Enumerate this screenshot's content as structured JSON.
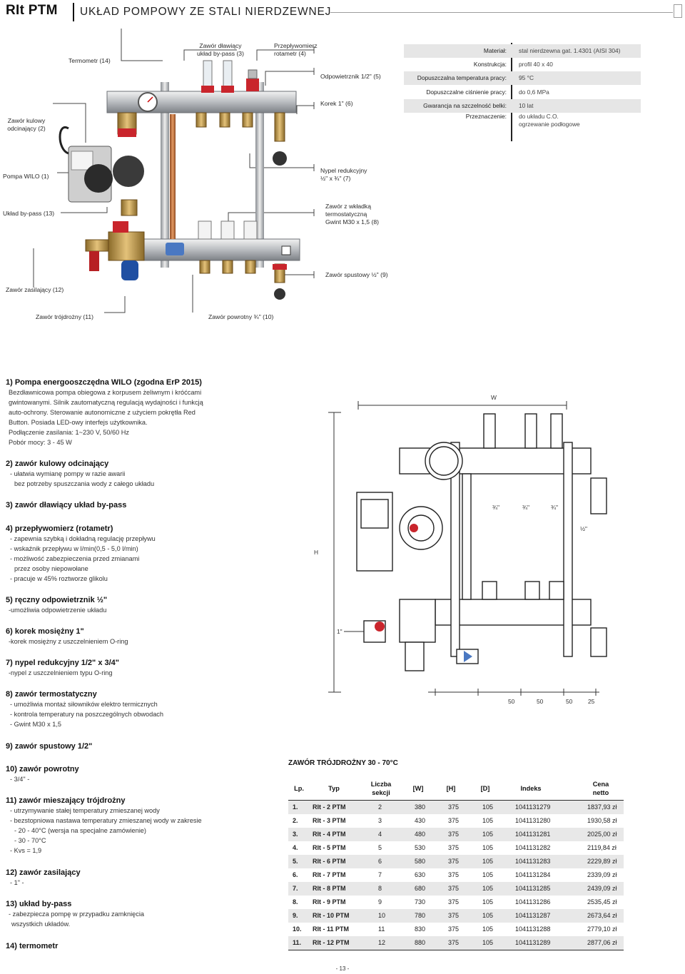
{
  "header": {
    "brand": "RIt PTM",
    "subtitle": "UKŁAD POMPOWY ZE STALI NIERDZEWNEJ"
  },
  "callouts": {
    "termometr": "Termometr (14)",
    "zawor_dlawiacy_1": "Zawór dławiący",
    "zawor_dlawiacy_2": "układ by-pass (3)",
    "przeplywomierz_1": "Przepływomierz",
    "przeplywomierz_2": "rotametr (4)",
    "odpowietrznik": "Odpowietrznik 1/2\" (5)",
    "korek": "Korek 1\" (6)",
    "zawor_kulowy_1": "Zawór kulowy",
    "zawor_kulowy_2": "odcinający (2)",
    "pompa": "Pompa WILO (1)",
    "nypel_1": "Nypel redukcyjny",
    "nypel_2": "½\" x ¾\" (7)",
    "uklad_bypass": "Układ by-pass (13)",
    "zawor_wkladka_1": "Zawór z wkładką",
    "zawor_wkladka_2": "termostatyczną",
    "zawor_wkladka_3": "Gwint M30 x 1,5 (8)",
    "zawor_spustowy": "Zawór spustowy ½\" (9)",
    "zawor_zasilajacy": "Zawór zasilający (12)",
    "zawor_trojdrozny": "Zawór trójdrożny (11)",
    "zawor_powrotny": "Zawór powrotny ¾\" (10)"
  },
  "specs": [
    {
      "label": "Materiał:",
      "value": "stal nierdzewna gat. 1.4301 (AISI 304)"
    },
    {
      "label": "Konstrukcja:",
      "value": "profil  40 x 40"
    },
    {
      "label": "Dopuszczalna temperatura pracy:",
      "value": "95 °C"
    },
    {
      "label": "Dopuszczalne ciśnienie pracy:",
      "value": "do 0,6 MPa"
    },
    {
      "label": "Gwarancja na szczelność belki:",
      "value": "10 lat"
    },
    {
      "label": "Przeznaczenie:",
      "value": "do układu C.O.",
      "value2": "ogrzewanie podłogowe"
    }
  ],
  "dimensions": {
    "w": "W",
    "h": "H",
    "outlet_1": "¾\"",
    "outlet_2": "¾\"",
    "outlet_3": "¾\"",
    "half": "½\"",
    "one_inch": "1\"",
    "spacings": [
      "50",
      "50",
      "50",
      "25"
    ]
  },
  "descriptions": [
    {
      "heading": "1) Pompa energooszczędna WILO (zgodna ErP 2015)",
      "lines": [
        "Bezdławnicowa pompa obiegowa z korpusem żeliwnym i króćcami",
        "gwintowanymi. Silnik zautomatyczną regulacją wydajności i funkcją",
        "auto-ochrony. Sterowanie autonomiczne z użyciem pokrętła Red",
        "Button. Posiada LED-owy interfejs użytkownika.",
        "Podłączenie zasilania: 1~230 V, 50/60 Hz",
        "Pobór mocy: 3 - 45 W"
      ]
    },
    {
      "heading": "2) zawór kulowy odcinający",
      "lines": [
        "- ułatwia wymianę pompy w razie awarii",
        "  bez potrzeby spuszczania wody z całego układu"
      ]
    },
    {
      "heading": "3) zawór dławiący układ by-pass",
      "lines": []
    },
    {
      "heading": "4) przepływomierz (rotametr)",
      "lines": [
        "- zapewnia szybką i dokładną regulację przepływu",
        "- wskaźnik przepływu w l/min(0,5 - 5,0 l/min)",
        "- możliwość zabezpieczenia przed zmianami",
        "  przez osoby niepowołane",
        "- pracuje w 45% roztworze glikolu"
      ]
    },
    {
      "heading": "5) ręczny odpowietrznik ½\"",
      "lines": [
        "-umożliwia odpowietrzenie układu"
      ]
    },
    {
      "heading": "6) korek mosiężny 1\"",
      "lines": [
        "-korek mosiężny z uszczelnieniem O-ring"
      ]
    },
    {
      "heading": "7) nypel redukcyjny 1/2\" x 3/4\"",
      "lines": [
        "-nypel z uszczelnieniem typu O-ring"
      ]
    },
    {
      "heading": "8) zawór termostatyczny",
      "lines": [
        "- umożliwia montaż siłowników elektro termicznych",
        "- kontrola temperatury na poszczególnych obwodach",
        "- Gwint M30 x 1,5"
      ]
    },
    {
      "heading": "9) zawór spustowy 1/2\"",
      "lines": []
    },
    {
      "heading": "10) zawór powrotny",
      "lines": [
        "- 3/4\" -"
      ]
    },
    {
      "heading": "11) zawór mieszający trójdrożny",
      "lines": [
        "- utrzymywanie stałej temperatury zmieszanej wody",
        "- bezstopniowa nastawa temperatury zmieszanej wody w zakresie",
        "  - 20 - 40°C (wersja na specjalne zamówienie)",
        "  - 30 - 70°C",
        "- Kvs = 1,9"
      ]
    },
    {
      "heading": "12) zawór zasilający",
      "lines": [
        "- 1\" -"
      ]
    },
    {
      "heading": "13) układ by-pass",
      "lines": [
        "- zabezpiecza pompę w przypadku zamknięcia",
        "  wszystkich układów."
      ]
    },
    {
      "heading": "14) termometr",
      "lines": []
    }
  ],
  "price_table": {
    "title": "ZAWÓR TRÓJDROŻNY 30 - 70°C",
    "headers": [
      "Lp.",
      "Typ",
      "Liczba sekcji",
      "[W]",
      "[H]",
      "[D]",
      "Indeks",
      "Cena netto"
    ],
    "rows": [
      [
        "1.",
        "RIt - 2 PTM",
        "2",
        "380",
        "375",
        "105",
        "1041131279",
        "1837,93 zł"
      ],
      [
        "2.",
        "RIt - 3 PTM",
        "3",
        "430",
        "375",
        "105",
        "1041131280",
        "1930,58 zł"
      ],
      [
        "3.",
        "RIt - 4 PTM",
        "4",
        "480",
        "375",
        "105",
        "1041131281",
        "2025,00 zł"
      ],
      [
        "4.",
        "RIt - 5 PTM",
        "5",
        "530",
        "375",
        "105",
        "1041131282",
        "2119,84 zł"
      ],
      [
        "5.",
        "RIt - 6 PTM",
        "6",
        "580",
        "375",
        "105",
        "1041131283",
        "2229,89 zł"
      ],
      [
        "6.",
        "RIt - 7 PTM",
        "7",
        "630",
        "375",
        "105",
        "1041131284",
        "2339,09 zł"
      ],
      [
        "7.",
        "RIt - 8 PTM",
        "8",
        "680",
        "375",
        "105",
        "1041131285",
        "2439,09 zł"
      ],
      [
        "8.",
        "RIt - 9 PTM",
        "9",
        "730",
        "375",
        "105",
        "1041131286",
        "2535,45 zł"
      ],
      [
        "9.",
        "RIt - 10 PTM",
        "10",
        "780",
        "375",
        "105",
        "1041131287",
        "2673,64 zł"
      ],
      [
        "10.",
        "RIt - 11 PTM",
        "11",
        "830",
        "375",
        "105",
        "1041131288",
        "2779,10 zł"
      ],
      [
        "11.",
        "RIt - 12 PTM",
        "12",
        "880",
        "375",
        "105",
        "1041131289",
        "2877,06 zł"
      ]
    ]
  },
  "page_number": "- 13 -"
}
